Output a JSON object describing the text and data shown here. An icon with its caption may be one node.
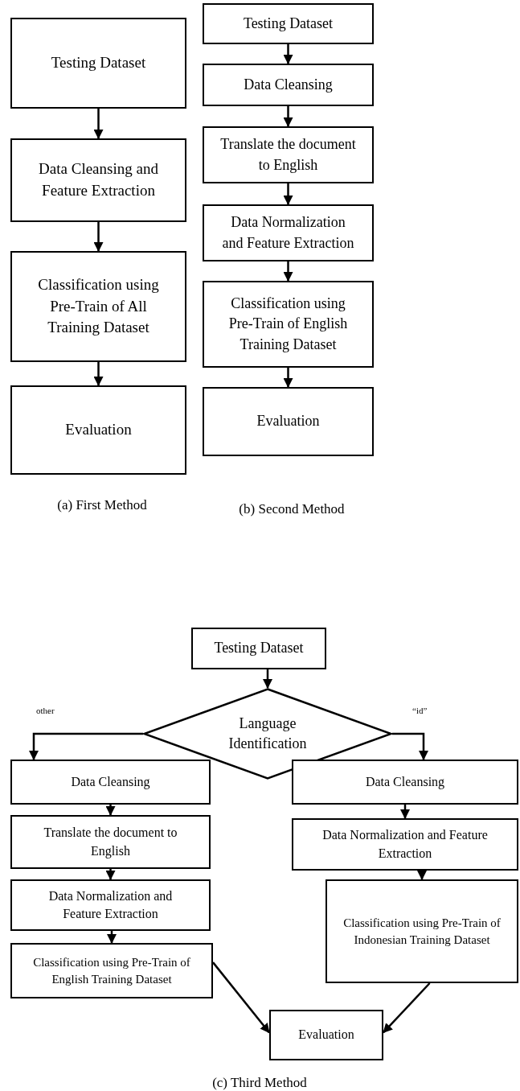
{
  "diagram": {
    "nodes": [
      {
        "text": [
          "Testing Dataset"
        ]
      },
      {
        "text": [
          "Data Cleansing and Feature Extraction"
        ]
      },
      {
        "text": [
          "Classification using Pre-Train of All Training Dataset"
        ]
      },
      {
        "text": [
          "Evaluation"
        ]
      },
      {
        "text": [
          "Testing Dataset"
        ]
      },
      {
        "text": [
          "Data Cleansing"
        ]
      },
      {
        "text": [
          "Translate the document to English"
        ]
      },
      {
        "text": [
          "Data Normalization and Feature Extraction"
        ]
      },
      {
        "text": [
          "Classification using Pre-Train of English Training Dataset"
        ]
      },
      {
        "text": [
          "Evaluation"
        ]
      },
      {
        "text": [
          "Testing Dataset"
        ]
      },
      {
        "text": [
          "Language Identification"
        ]
      },
      {
        "text": [
          "Data Cleansing"
        ]
      },
      {
        "text": [
          "Translate the document to English"
        ]
      },
      {
        "text": [
          "Data Normalization and Feature Extraction"
        ]
      },
      {
        "text": [
          "Classification using Pre-Train of English Training Dataset"
        ]
      },
      {
        "text": [
          "Data Cleansing"
        ]
      },
      {
        "text": [
          "Data Normalization and Feature Extraction"
        ]
      },
      {
        "text": [
          "Classification using Pre-Train of Indonesian Training Dataset"
        ]
      },
      {
        "text": [
          "Evaluation"
        ]
      }
    ],
    "edges": [
      {
        "from": 0,
        "to": 1,
        "arrow": "to"
      },
      {
        "from": 1,
        "to": 2,
        "arrow": "to"
      },
      {
        "from": 2,
        "to": 3,
        "arrow": "to"
      },
      {
        "from": 4,
        "to": 5,
        "arrow": "to"
      },
      {
        "from": 5,
        "to": 6,
        "arrow": "to"
      },
      {
        "from": 6,
        "to": 7,
        "arrow": "to"
      },
      {
        "from": 7,
        "to": 8,
        "arrow": "to"
      },
      {
        "from": 8,
        "to": 9,
        "arrow": "to"
      },
      {
        "from": 10,
        "to": 11,
        "arrow": "to"
      },
      {
        "from": 11,
        "to": 12,
        "arrow": "to",
        "label": "other"
      },
      {
        "from": 11,
        "to": 16,
        "arrow": "to",
        "label": "“id”"
      },
      {
        "from": 12,
        "to": 13,
        "arrow": "to"
      },
      {
        "from": 13,
        "to": 14,
        "arrow": "to"
      },
      {
        "from": 14,
        "to": 15,
        "arrow": "to"
      },
      {
        "from": 16,
        "to": 17,
        "arrow": "to"
      },
      {
        "from": 17,
        "to": 18,
        "arrow": "to"
      },
      {
        "from": 15,
        "to": 19,
        "arrow": "to"
      },
      {
        "from": 18,
        "to": 19,
        "arrow": "to"
      }
    ],
    "labels": [
      "(a) First Method",
      "(b) Second Method",
      "(c) Third Method"
    ]
  }
}
